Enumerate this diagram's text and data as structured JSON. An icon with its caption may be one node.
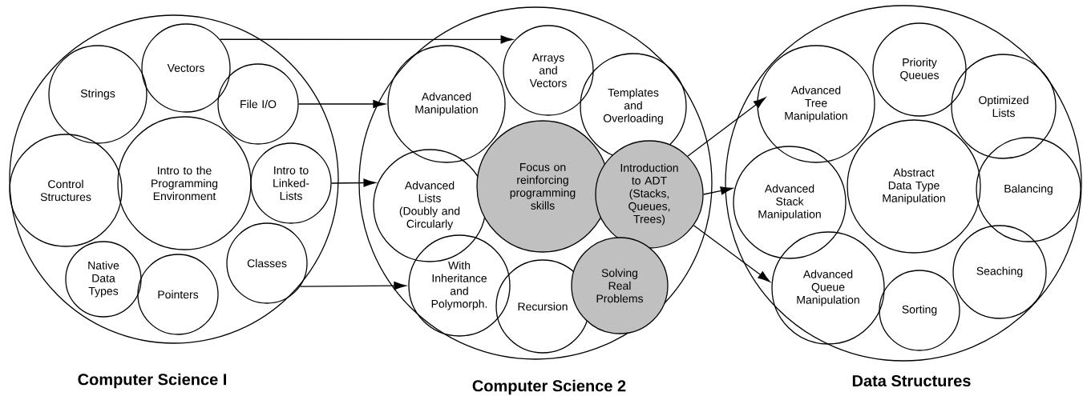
{
  "diagram": {
    "nodes": [
      {
        "text": [
          "Computer Science I"
        ]
      },
      {
        "text": [
          "Vectors"
        ],
        "in": 0
      },
      {
        "text": [
          "Strings"
        ],
        "in": 0
      },
      {
        "text": [
          "File I/O"
        ],
        "in": 0
      },
      {
        "text": [
          "Control Structures"
        ],
        "in": 0
      },
      {
        "text": [
          "Intro to the Programming Environment"
        ],
        "in": 0
      },
      {
        "text": [
          "Intro to Linked-Lists"
        ],
        "in": 0
      },
      {
        "text": [
          "Native Data Types"
        ],
        "in": 0
      },
      {
        "text": [
          "Pointers"
        ],
        "in": 0
      },
      {
        "text": [
          "Classes"
        ],
        "in": 0
      },
      {
        "text": [
          "Computer Science 2"
        ]
      },
      {
        "text": [
          "Arrays and Vectors"
        ],
        "in": 10
      },
      {
        "text": [
          "Advanced Manipulation"
        ],
        "in": 10
      },
      {
        "text": [
          "Templates and Overloading"
        ],
        "in": 10
      },
      {
        "text": [
          "Advanced Lists (Doubly and Circularly"
        ],
        "in": 10
      },
      {
        "text": [
          "Focus on reinforcing programming skills"
        ],
        "in": 10
      },
      {
        "text": [
          "Introduction to ADT (Stacks, Queues, Trees)"
        ],
        "in": 10
      },
      {
        "text": [
          "With Inheritance and Polymorph."
        ],
        "in": 10
      },
      {
        "text": [
          "Recursion"
        ],
        "in": 10
      },
      {
        "text": [
          "Solving Real Problems"
        ],
        "in": 10
      },
      {
        "text": [
          "Data Structures"
        ]
      },
      {
        "text": [
          "Advanced Tree Manipulation"
        ],
        "in": 20
      },
      {
        "text": [
          "Priority Queues"
        ],
        "in": 20
      },
      {
        "text": [
          "Optimized Lists"
        ],
        "in": 20
      },
      {
        "text": [
          "Advanced Stack Manipulation"
        ],
        "in": 20
      },
      {
        "text": [
          "Abstract Data Type Manipulation"
        ],
        "in": 20
      },
      {
        "text": [
          "Balancing"
        ],
        "in": 20
      },
      {
        "text": [
          "Advanced Queue Manipulation"
        ],
        "in": 20
      },
      {
        "text": [
          "Sorting"
        ],
        "in": 20
      },
      {
        "text": [
          "Seaching"
        ],
        "in": 20
      }
    ],
    "edges": [
      {
        "from": 1,
        "to": 11,
        "arrow": "to"
      },
      {
        "from": 3,
        "to": 12,
        "arrow": "to"
      },
      {
        "from": 6,
        "to": 14,
        "arrow": "to"
      },
      {
        "from": 9,
        "to": 17,
        "arrow": "to"
      },
      {
        "from": 16,
        "to": 21,
        "arrow": "to"
      },
      {
        "from": 16,
        "to": 24,
        "arrow": "to"
      },
      {
        "from": 16,
        "to": 27,
        "arrow": "to"
      }
    ]
  }
}
